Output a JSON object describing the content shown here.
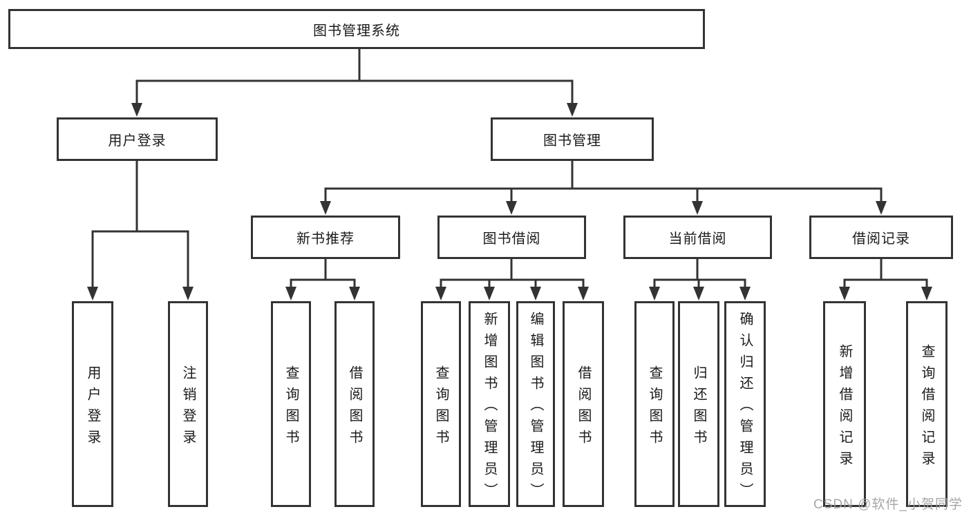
{
  "diagram": {
    "title": "图书管理系统",
    "level2": {
      "user_login": "用户登录",
      "book_management": "图书管理"
    },
    "level3": {
      "new_book_recommend": "新书推荐",
      "book_borrowing": "图书借阅",
      "current_borrowing": "当前借阅",
      "borrowing_records": "借阅记录"
    },
    "leaves": {
      "user_login": "用户登录",
      "logout": "注销登录",
      "recommend_query_books": "查询图书",
      "recommend_borrow_books": "借阅图书",
      "borrowing_query_books": "查询图书",
      "add_book_admin": "新增图书（管理员）",
      "edit_book_admin": "编辑图书（管理员）",
      "borrowing_borrow_books": "借阅图书",
      "current_query_books": "查询图书",
      "return_books": "归还图书",
      "confirm_return_admin": "确认归还（管理员）",
      "add_borrow_record": "新增借阅记录",
      "query_borrow_record": "查询借阅记录"
    },
    "line_color": "#333333"
  },
  "watermark": "CSDN @软件_小贺同学"
}
